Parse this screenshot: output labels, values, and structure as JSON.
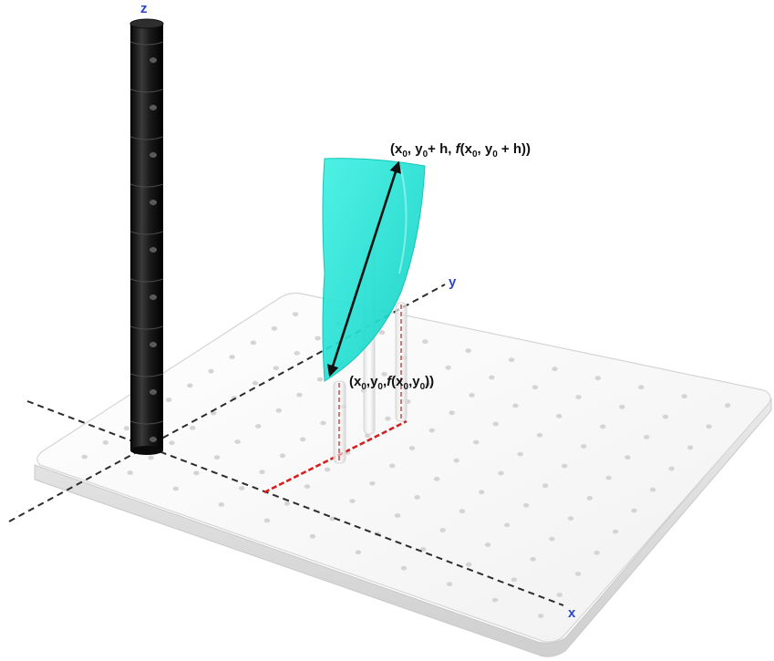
{
  "axes": {
    "x_label": "x",
    "y_label": "y",
    "z_label": "z"
  },
  "points": {
    "base": {
      "parts": [
        "(x",
        "0",
        ",y",
        "0",
        ",",
        "f",
        "(x",
        "0",
        ",y",
        "0",
        "))"
      ]
    },
    "top": {
      "parts": [
        "(x",
        "0",
        ", y",
        "0",
        "+ h, ",
        "f",
        "(x",
        "0",
        ", y",
        "0",
        " + h))"
      ]
    }
  },
  "colors": {
    "surface": "#2ee6d6",
    "axis": "#2b2b2b",
    "axis_label": "#2d46c8",
    "segment": "#d62020",
    "column": "#151515",
    "board": "#f7f7f7"
  }
}
